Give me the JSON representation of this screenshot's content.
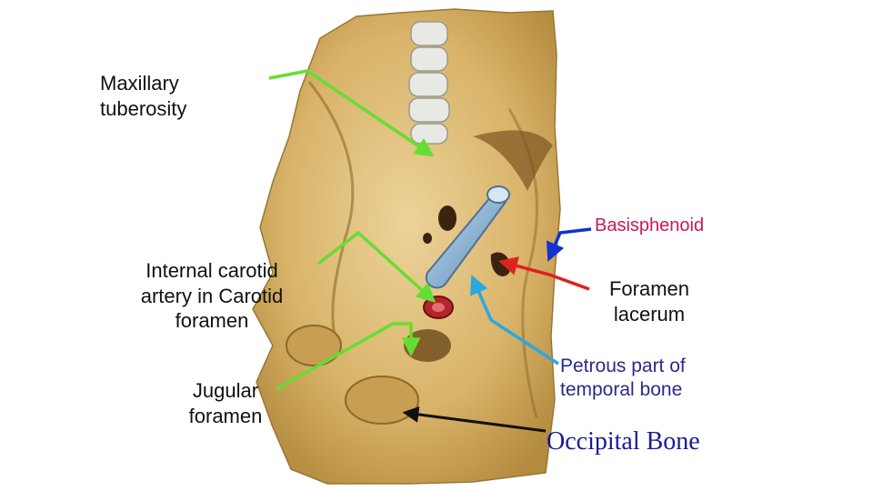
{
  "labels": {
    "maxillary": [
      "Maxillary",
      "tuberosity"
    ],
    "carotid": [
      "Internal carotid",
      "artery in Carotid",
      "foramen"
    ],
    "jugular": [
      "Jugular",
      "foramen"
    ],
    "basisphenoid": "Basisphenoid",
    "lacerum": [
      "Foramen",
      "lacerum"
    ],
    "petrous": [
      "Petrous part of",
      "temporal bone"
    ],
    "occipital": "Occipital Bone"
  },
  "colors": {
    "bone": "#d9b46a",
    "bone_light": "#ecd39a",
    "bone_shadow": "#8a6a2c",
    "teeth": "#e8e8e4",
    "carotid_tube": "#8fb4d4",
    "green_arrow": "#66dd33",
    "red_arrow": "#dd2222",
    "blue_arrow": "#1133cc",
    "cyan_arrow": "#2aa8e0",
    "black_arrow": "#111111",
    "basisphenoid_text": "#c8185a",
    "petrous_text": "#2a2a8a",
    "occipital_text": "#1a1a9a"
  }
}
